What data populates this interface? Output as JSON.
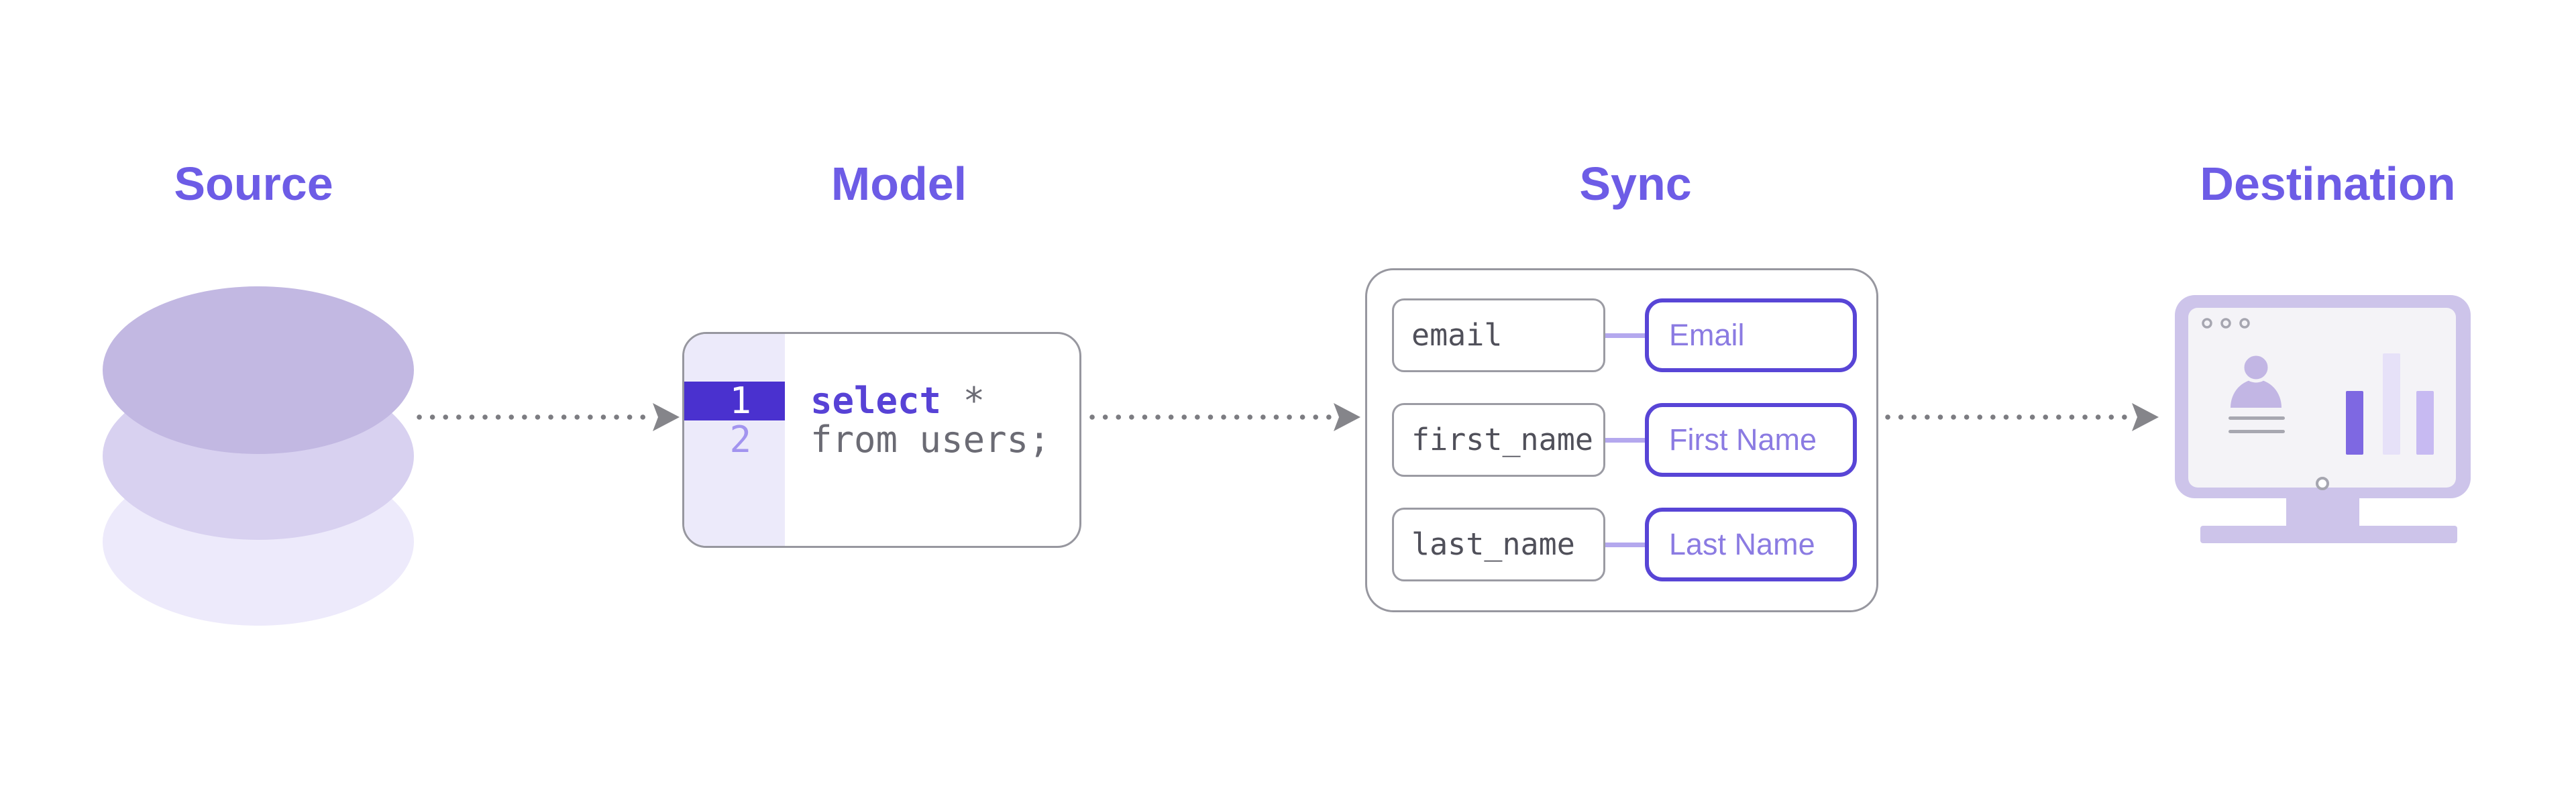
{
  "diagram": {
    "stages": [
      {
        "title": "Source",
        "icon": "database-icon"
      },
      {
        "title": "Model",
        "icon": "sql-code-card"
      },
      {
        "title": "Sync",
        "icon": "field-mapping-card"
      },
      {
        "title": "Destination",
        "icon": "dashboard-monitor-icon"
      }
    ]
  },
  "model_code": {
    "lines": [
      {
        "number": "1",
        "highlighted": true,
        "tokens": [
          {
            "text": "select",
            "type": "keyword"
          },
          {
            "text": " *",
            "type": "plain"
          }
        ]
      },
      {
        "number": "2",
        "highlighted": false,
        "tokens": [
          {
            "text": "from users;",
            "type": "plain"
          }
        ]
      }
    ]
  },
  "sync_mappings": [
    {
      "source_field": "email",
      "destination_field": "Email"
    },
    {
      "source_field": "first_name",
      "destination_field": "First Name"
    },
    {
      "source_field": "last_name",
      "destination_field": "Last Name"
    }
  ],
  "colors": {
    "accent_purple": "#6d5ce6",
    "code_keyword": "#5742d6",
    "code_plain": "#6b6b74",
    "active_line_bg": "#4a31cf",
    "gutter_bg": "#eceafa",
    "inactive_line_number": "#a294ef",
    "card_border_gray": "#97979f",
    "mapping_pill_border": "#5845d6",
    "mapping_label_purple": "#8b7be2",
    "mapping_field_text": "#50505a",
    "connector_purple": "#b4a8ee",
    "arrow_gray": "#7c7c81",
    "database_top": "#c2b8e2",
    "database_mid": "#d8d1f0",
    "database_bottom": "#edeafb",
    "monitor_lavender": "#cdc4ea",
    "screen_gray": "#f4f3f7",
    "bar_dark": "#7e68e2",
    "bar_light": "#e6e1f8",
    "bar_mid": "#c7baf2"
  },
  "icons": [
    "database-icon",
    "flow-arrow",
    "dashboard-monitor-icon",
    "user-icon",
    "bar-chart-icon",
    "window-dots"
  ]
}
